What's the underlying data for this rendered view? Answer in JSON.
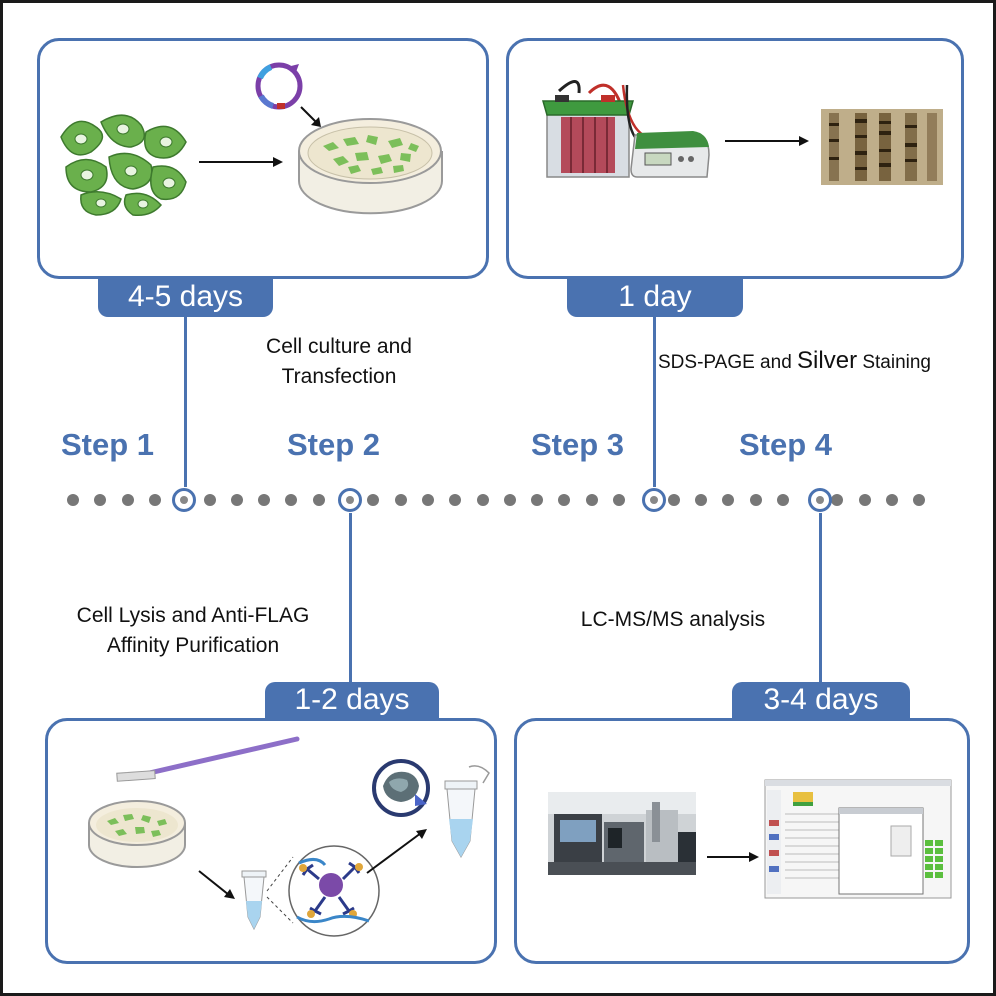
{
  "steps": [
    {
      "label": "Step 1",
      "duration": "4-5 days",
      "description_lines": [
        "Cell culture and",
        "Transfection"
      ]
    },
    {
      "label": "Step 2",
      "duration": "1-2 days",
      "description_lines": [
        "Cell Lysis and Anti-FLAG",
        "Affinity Purification"
      ]
    },
    {
      "label": "Step 3",
      "duration": "1 day",
      "description_parts": [
        "SDS-PAGE and ",
        "Silver",
        " Staining"
      ]
    },
    {
      "label": "Step 4",
      "duration": "3-4 days",
      "description_lines": [
        "LC-MS/MS analysis"
      ]
    }
  ],
  "colors": {
    "accent": "#4a72b0",
    "cell_green": "#6ab04c",
    "timeline_dot": "#777777",
    "frame": "#1a1a1a"
  },
  "icons": [
    "cells-icon",
    "plasmid-icon",
    "petri-dish-icon",
    "electrophoresis-tank-icon",
    "power-supply-icon",
    "silver-stained-gel-icon",
    "cell-scraper-icon",
    "microtube-icon",
    "affinity-bead-icon",
    "mass-spectrometer-photo-icon",
    "software-screenshot-icon",
    "arrow-icon"
  ]
}
